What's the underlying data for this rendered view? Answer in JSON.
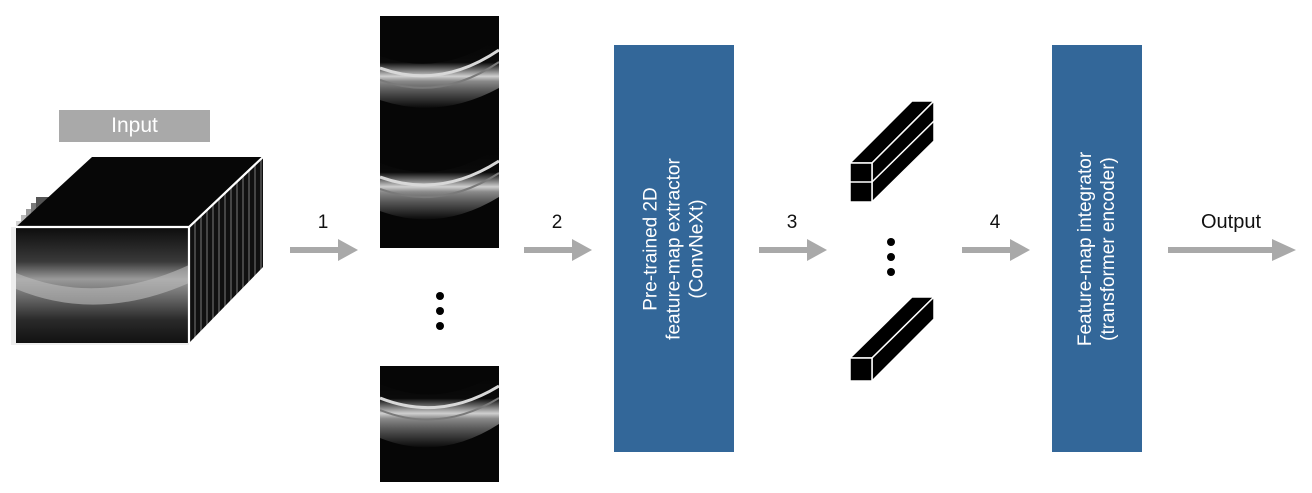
{
  "input": {
    "label": "Input"
  },
  "steps": [
    {
      "label": "1"
    },
    {
      "label": "2"
    },
    {
      "label": "3"
    },
    {
      "label": "4"
    }
  ],
  "extractor": {
    "lines": [
      "Pre-trained 2D",
      "feature-map extractor",
      "(ConvNeXt)"
    ]
  },
  "integrator": {
    "lines": [
      "Feature-map integrator",
      "(transformer encoder)"
    ]
  },
  "output": {
    "label": "Output"
  },
  "colors": {
    "block": "#336799",
    "arrow": "#a9a9a9",
    "input_label_bg": "#a9a9a9"
  }
}
